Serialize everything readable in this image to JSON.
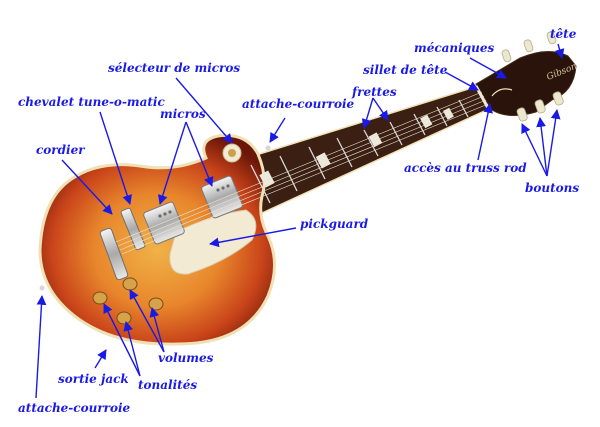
{
  "colors": {
    "label": "#1a1ae6",
    "body_center": "#f0b247",
    "body_mid": "#d7561a",
    "body_edge": "#6b1608",
    "binding": "#efe1b4",
    "pickguard": "#f3ead3",
    "neck": "#3a1f12",
    "fret": "#d9d9d9",
    "inlay": "#ede9dc",
    "headstock": "#2a130b",
    "chrome": "#c9c9c9",
    "knob": "#d6a24a"
  },
  "labels": {
    "tete": "tête",
    "mecaniques": "mécaniques",
    "sillet": "sillet de tête",
    "selecteur": "sélecteur de micros",
    "chevalet": "chevalet tune-o-matic",
    "frettes": "frettes",
    "attache_top": "attache-courroie",
    "micros": "micros",
    "cordier": "cordier",
    "truss": "accès au truss rod",
    "boutons": "boutons",
    "pickguard": "pickguard",
    "volumes": "volumes",
    "sortie": "sortie jack",
    "tonalites": "tonalités",
    "attache_bottom": "attache-courroie"
  },
  "icons": {
    "guitar": "electric-guitar-illustration",
    "arrow": "arrow-pointer"
  }
}
